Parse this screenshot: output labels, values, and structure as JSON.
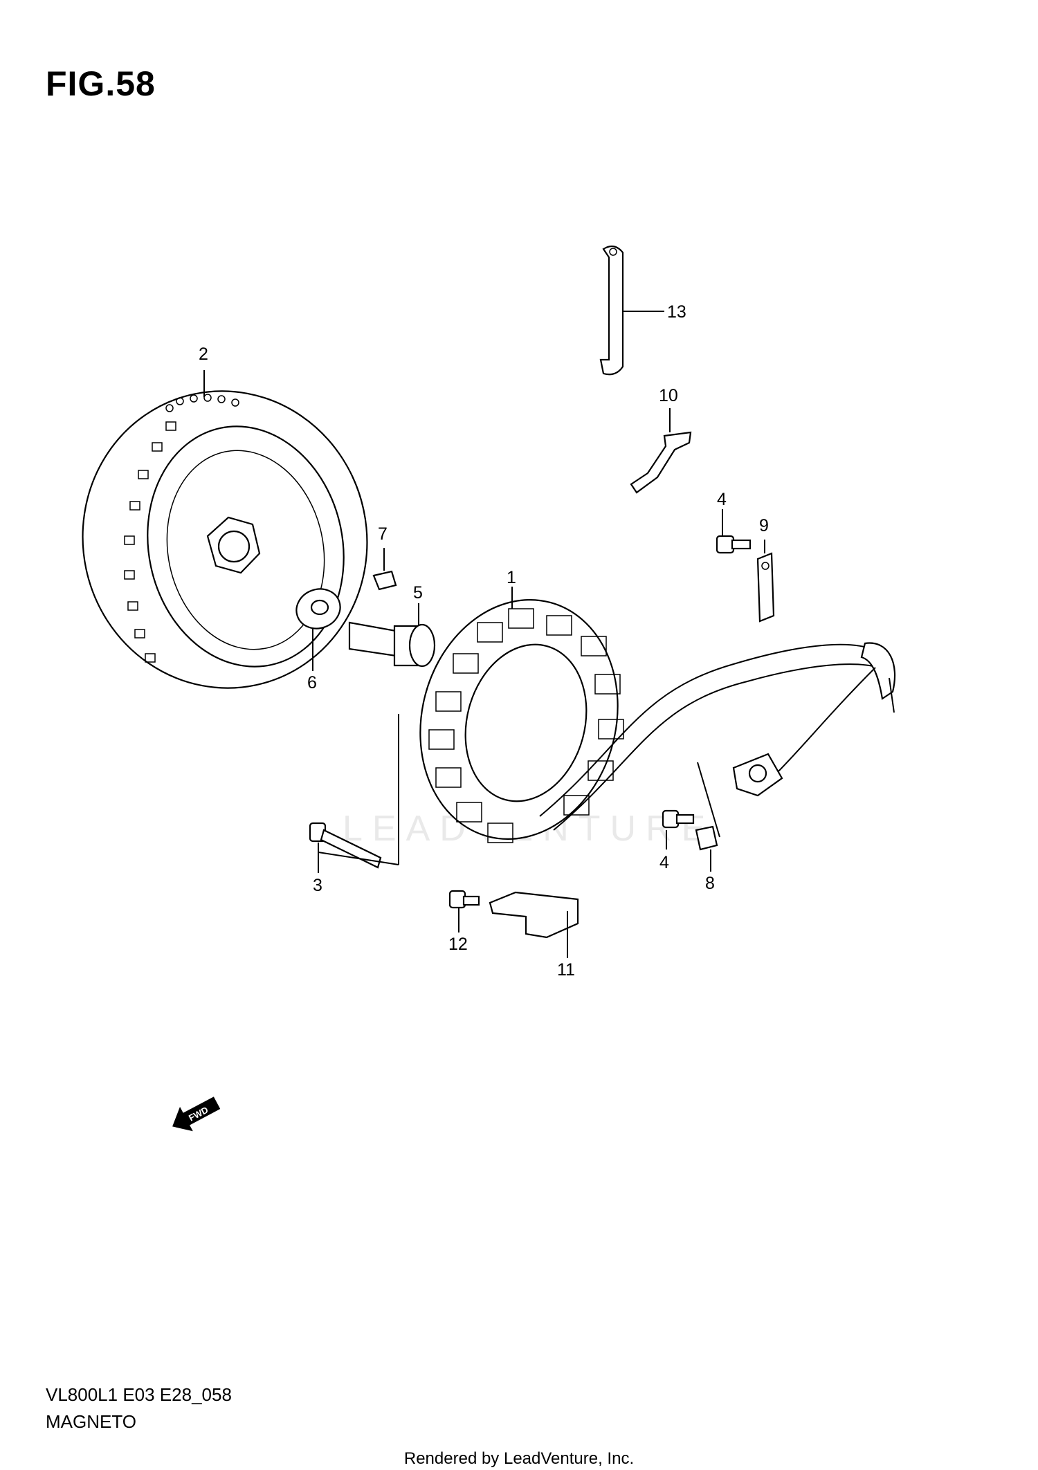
{
  "figure": {
    "title": "FIG.58",
    "code": "VL800L1 E03 E28_058",
    "name": "MAGNETO"
  },
  "footer": {
    "credit": "Rendered by LeadVenture, Inc."
  },
  "watermark": {
    "text": "LEADVENTURE"
  },
  "fwd_label": "FWD",
  "callouts": [
    "1",
    "2",
    "3",
    "4",
    "4",
    "5",
    "6",
    "7",
    "8",
    "9",
    "10",
    "11",
    "12",
    "13"
  ]
}
